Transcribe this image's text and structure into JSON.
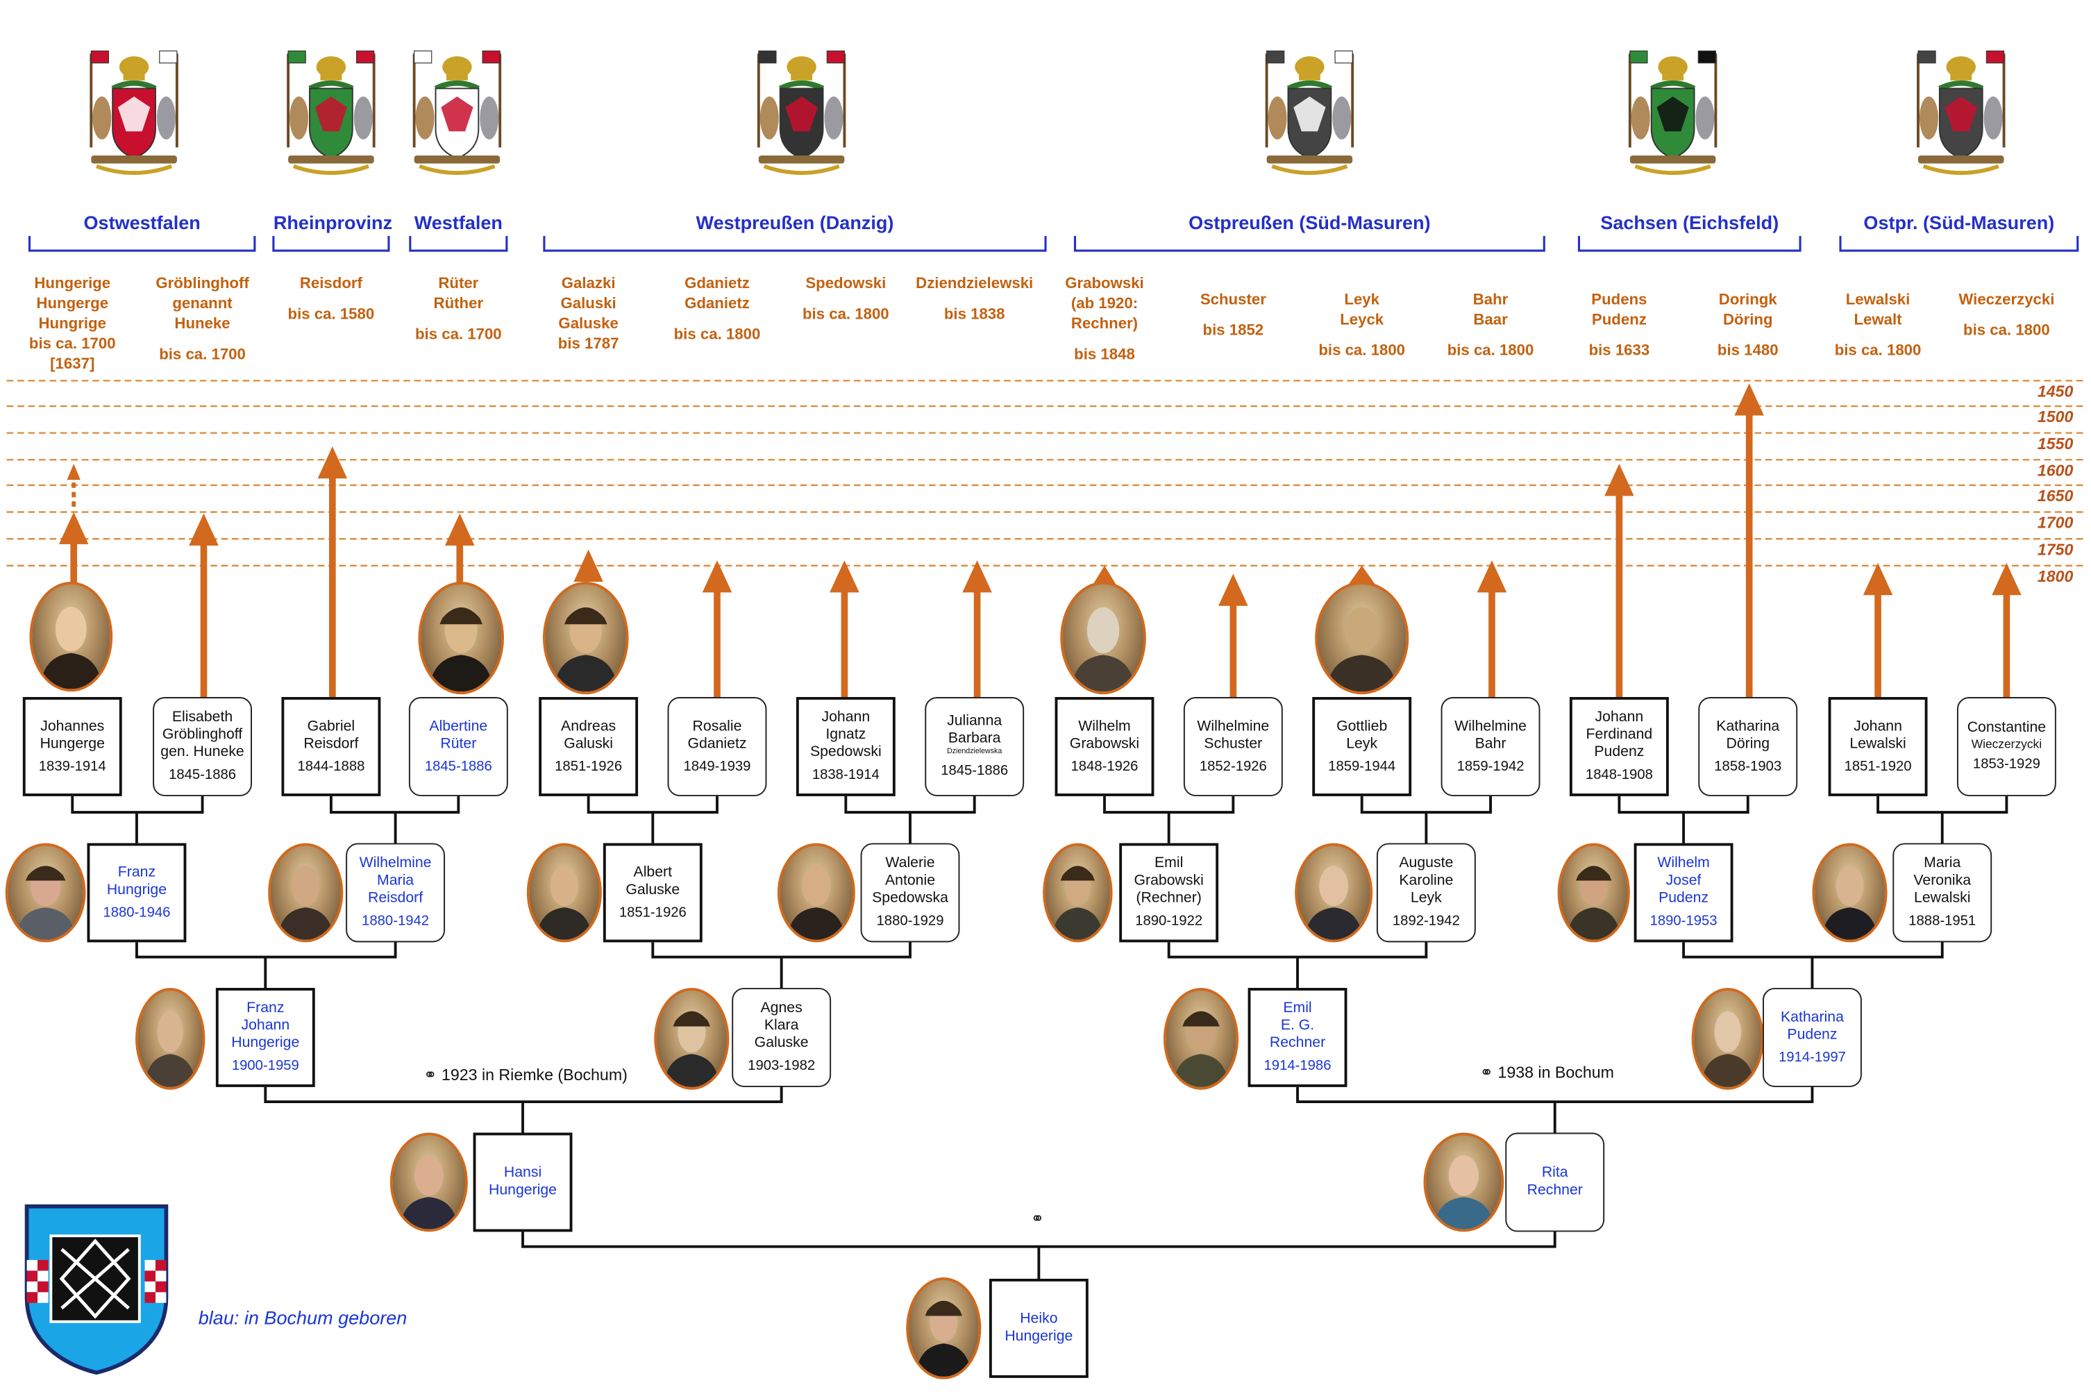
{
  "colors": {
    "accent_orange": "#c2610f",
    "arrow_orange": "#d2691e",
    "region_blue": "#2330c8",
    "bochum_blue": "#1a36d6",
    "dashed_line": "#d98b3b"
  },
  "regions": [
    "Ostwestfalen",
    "Rheinprovinz",
    "Westfalen",
    "Westpreußen (Danzig)",
    "Ostpreußen (Süd-Masuren)",
    "Sachsen (Eichsfeld)",
    "Ostpr. (Süd-Masuren)"
  ],
  "surnames": [
    [
      "Hungerige",
      "Hungerge",
      "Hungrige",
      "bis ca. 1700",
      "[1637]"
    ],
    [
      "Gröblinghoff",
      "genannt",
      "Huneke",
      "",
      "bis ca. 1700"
    ],
    [
      "Reisdorf",
      "",
      "bis ca. 1580"
    ],
    [
      "Rüter",
      "Rüther",
      "",
      "bis ca. 1700"
    ],
    [
      "Galazki",
      "Galuski",
      "Galuske",
      "bis 1787"
    ],
    [
      "Gdanietz",
      "Gdanietz",
      "",
      "bis ca. 1800"
    ],
    [
      "Spedowski",
      "",
      "bis ca. 1800"
    ],
    [
      "Dziendzielewski",
      "",
      "bis 1838"
    ],
    [
      "Grabowski",
      "(ab 1920:",
      "Rechner)",
      "",
      "bis 1848"
    ],
    [
      "Schuster",
      "",
      "bis 1852"
    ],
    [
      "Leyk",
      "Leyck",
      "",
      "bis ca. 1800"
    ],
    [
      "Bahr",
      "Baar",
      "",
      "bis ca. 1800"
    ],
    [
      "Pudens",
      "Pudenz",
      "",
      "bis 1633"
    ],
    [
      "Doringk",
      "Döring",
      "",
      "bis 1480"
    ],
    [
      "Lewalski",
      "Lewalt",
      "",
      "bis ca. 1800"
    ],
    [
      "Wieczerzycki",
      "",
      "bis ca. 1800"
    ]
  ],
  "timeline_years": [
    "1450",
    "1500",
    "1550",
    "1600",
    "1650",
    "1700",
    "1750",
    "1800"
  ],
  "gen1": [
    {
      "name": [
        "Johannes",
        "Hungerge"
      ],
      "dates": "1839-1914"
    },
    {
      "name": [
        "Elisabeth",
        "Gröblinghoff",
        "gen. Huneke"
      ],
      "dates": "1845-1886"
    },
    {
      "name": [
        "Gabriel",
        "Reisdorf"
      ],
      "dates": "1844-1888"
    },
    {
      "name": [
        "Albertine",
        "Rüter"
      ],
      "dates": "1845-1886"
    },
    {
      "name": [
        "Andreas",
        "Galuski"
      ],
      "dates": "1851-1926"
    },
    {
      "name": [
        "Rosalie",
        "Gdanietz"
      ],
      "dates": "1849-1939"
    },
    {
      "name": [
        "Johann",
        "Ignatz",
        "Spedowski"
      ],
      "dates": "1838-1914"
    },
    {
      "name": [
        "Julianna",
        "Barbara"
      ],
      "sub": "Dziendzielewska",
      "dates": "1845-1886"
    },
    {
      "name": [
        "Wilhelm",
        "Grabowski"
      ],
      "dates": "1848-1926"
    },
    {
      "name": [
        "Wilhelmine",
        "Schuster"
      ],
      "dates": "1852-1926"
    },
    {
      "name": [
        "Gottlieb",
        "Leyk"
      ],
      "dates": "1859-1944"
    },
    {
      "name": [
        "Wilhelmine",
        "Bahr"
      ],
      "dates": "1859-1942"
    },
    {
      "name": [
        "Johann",
        "Ferdinand",
        "Pudenz"
      ],
      "dates": "1848-1908"
    },
    {
      "name": [
        "Katharina",
        "Döring"
      ],
      "dates": "1858-1903"
    },
    {
      "name": [
        "Johann",
        "Lewalski"
      ],
      "dates": "1851-1920"
    },
    {
      "name": [
        "Constantine"
      ],
      "sub": "Wieczerzycki",
      "dates": "1853-1929"
    }
  ],
  "gen2": [
    {
      "name": [
        "Franz",
        "Hungrige"
      ],
      "dates": "1880-1946"
    },
    {
      "name": [
        "Wilhelmine",
        "Maria",
        "Reisdorf"
      ],
      "dates": "1880-1942"
    },
    {
      "name": [
        "Albert",
        "Galuske"
      ],
      "dates": "1851-1926"
    },
    {
      "name": [
        "Walerie",
        "Antonie",
        "Spedowska"
      ],
      "dates": "1880-1929"
    },
    {
      "name": [
        "Emil",
        "Grabowski",
        "(Rechner)"
      ],
      "dates": "1890-1922"
    },
    {
      "name": [
        "Auguste",
        "Karoline",
        "Leyk"
      ],
      "dates": "1892-1942"
    },
    {
      "name": [
        "Wilhelm",
        "Josef",
        "Pudenz"
      ],
      "dates": "1890-1953"
    },
    {
      "name": [
        "Maria",
        "Veronika",
        "Lewalski"
      ],
      "dates": "1888-1951"
    }
  ],
  "gen3": [
    {
      "name": [
        "Franz",
        "Johann",
        "Hungerige"
      ],
      "dates": "1900-1959"
    },
    {
      "name": [
        "Agnes",
        "Klara",
        "Galuske"
      ],
      "dates": "1903-1982"
    },
    {
      "name": [
        "Emil",
        "E. G.",
        "Rechner"
      ],
      "dates": "1914-1986"
    },
    {
      "name": [
        "Katharina",
        "Pudenz"
      ],
      "dates": "1914-1997"
    }
  ],
  "gen4": [
    {
      "name": [
        "Hansi",
        "Hungerige"
      ]
    },
    {
      "name": [
        "Rita",
        "Rechner"
      ]
    }
  ],
  "gen5": {
    "name": [
      "Heiko",
      "Hungerige"
    ]
  },
  "marriages": {
    "m1": "⚭ 1923 in Riemke (Bochum)",
    "m2": "⚭ 1938 in Bochum",
    "m3": "⚭"
  },
  "legend": "blau: in Bochum geboren",
  "icons": {
    "crest": "coat-of-arms-icon",
    "bochum": "bochum-coat-of-arms-icon",
    "portrait": "portrait-photo"
  }
}
